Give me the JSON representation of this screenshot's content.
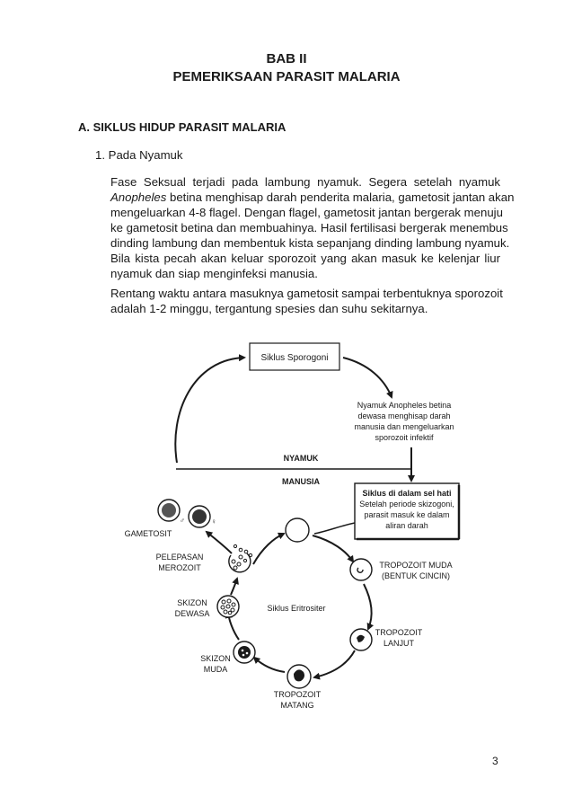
{
  "header": {
    "chapter": "BAB II",
    "title": "PEMERIKSAAN PARASIT MALARIA"
  },
  "section": {
    "heading": "A.  SIKLUS HIDUP PARASIT MALARIA",
    "subheading": "1.  Pada Nyamuk"
  },
  "paragraph1": {
    "line1": "Fase Seksual terjadi pada lambung nyamuk. Segera setelah nyamuk",
    "line2_italic": "Anopheles",
    "line2_rest": " betina menghisap darah penderita malaria, gametosit jantan akan",
    "line3": "mengeluarkan 4-8 flagel. Dengan flagel, gametosit jantan bergerak menuju",
    "line4": "ke gametosit betina dan membuahinya. Hasil fertilisasi bergerak menembus",
    "line5": "dinding lambung dan membentuk kista sepanjang dinding lambung nyamuk.",
    "line6": "Bila kista pecah akan keluar sporozoit yang akan masuk ke kelenjar liur",
    "line7": "nyamuk dan siap menginfeksi manusia."
  },
  "paragraph2": {
    "line1": "Rentang waktu antara masuknya gametosit sampai terbentuknya sporozoit",
    "line2": "adalah 1-2 minggu, tergantung spesies dan suhu sekitarnya."
  },
  "diagram": {
    "sporogony_box": "Siklus Sporogoni",
    "mosquito_note": [
      "Nyamuk Anopheles betina",
      "dewasa menghisap darah",
      "manusia dan mengeluarkan",
      "sporozoit infektif"
    ],
    "nyamuk": "NYAMUK",
    "manusia": "MANUSIA",
    "liver_box": [
      "Siklus di dalam sel hati",
      "Setelah periode skizogoni,",
      "parasit masuk ke dalam",
      "aliran darah"
    ],
    "gametosit": "GAMETOSIT",
    "male_symbol": "♂",
    "female_symbol": "♀",
    "pelepasan": [
      "PELEPASAN",
      "MEROZOIT"
    ],
    "tropozoit_muda": [
      "TROPOZOIT MUDA",
      "(BENTUK CINCIN)"
    ],
    "skizon_dewasa": [
      "SKIZON",
      "DEWASA"
    ],
    "siklus_eritrositer": "Siklus Eritrositer",
    "tropozoit_lanjut": [
      "TROPOZOIT",
      "LANJUT"
    ],
    "skizon_muda": [
      "SKIZON",
      "MUDA"
    ],
    "tropozoit_matang": [
      "TROPOZOIT",
      "MATANG"
    ]
  },
  "page_number": "3"
}
